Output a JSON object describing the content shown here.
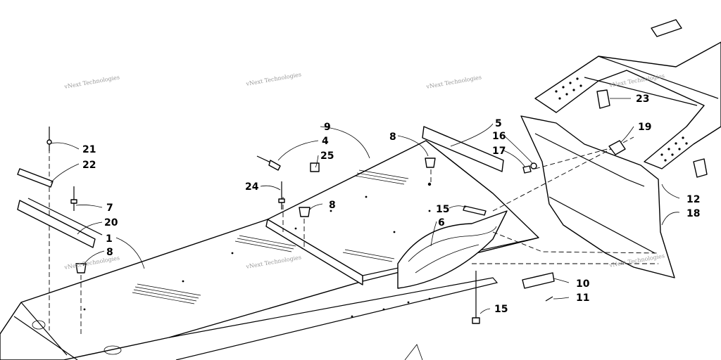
{
  "watermarks": [
    {
      "text": "vNext Technologies"
    },
    {
      "text": "vNext Technologies"
    },
    {
      "text": "vNext Technologies"
    },
    {
      "text": "vNext Technologies"
    },
    {
      "text": "vNext Technologies"
    },
    {
      "text": "vNext Technologies"
    },
    {
      "text": "vNext Technologies"
    }
  ],
  "callouts": [
    {
      "label": "1"
    },
    {
      "label": "4"
    },
    {
      "label": "5"
    },
    {
      "label": "6"
    },
    {
      "label": "7"
    },
    {
      "label": "8"
    },
    {
      "label": "8"
    },
    {
      "label": "8"
    },
    {
      "label": "9"
    },
    {
      "label": "10"
    },
    {
      "label": "11"
    },
    {
      "label": "12"
    },
    {
      "label": "15"
    },
    {
      "label": "15"
    },
    {
      "label": "16"
    },
    {
      "label": "17"
    },
    {
      "label": "18"
    },
    {
      "label": "19"
    },
    {
      "label": "20"
    },
    {
      "label": "21"
    },
    {
      "label": "22"
    },
    {
      "label": "23"
    },
    {
      "label": "24"
    },
    {
      "label": "25"
    }
  ]
}
